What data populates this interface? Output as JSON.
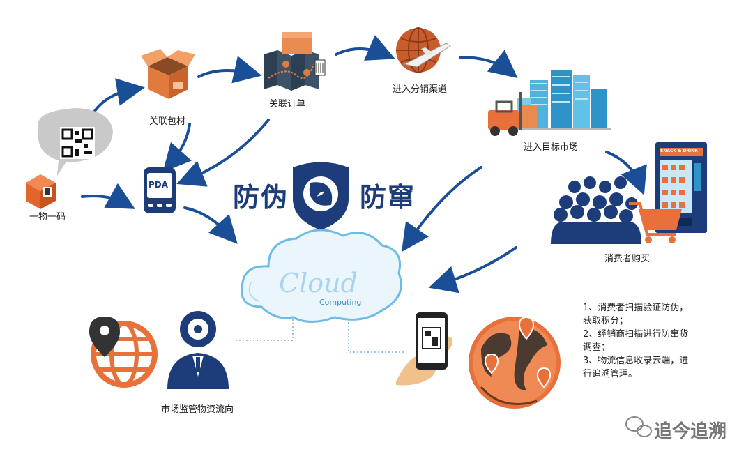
{
  "labels": {
    "one_item_one_code": "一物一码",
    "link_packaging": "关联包材",
    "link_order": "关联订单",
    "enter_channel": "进入分销渠道",
    "enter_market": "进入目标市场",
    "consumer_purchase": "消费者购买",
    "market_supervision": "市场监管物资流向"
  },
  "center": {
    "left_title": "防伪",
    "right_title": "防窜",
    "cloud_word": "Cloud",
    "cloud_sub": "Computing"
  },
  "devices": {
    "pda_text": "PDA",
    "vending_sign": "SNACK & DRINK"
  },
  "notes": [
    "1、消费者扫描验证防伪，",
    "获取积分；",
    "2、经销商扫描进行防窜货",
    "调查；",
    "3、物流信息收录云端，进",
    "行追溯管理。"
  ],
  "brand": {
    "name": "追今追溯"
  },
  "colors": {
    "navy": "#1d3d7a",
    "arrow_blue": "#1a5aa8",
    "orange": "#e8703a",
    "cloud_blue": "#4ea6dd"
  },
  "icons": [
    "qr-code-icon",
    "box-icon",
    "map-icon",
    "globe-plane-icon",
    "city-icon",
    "pda-icon",
    "shield-icon",
    "cloud-icon",
    "crowd-icon",
    "vending-machine-icon",
    "cart-icon",
    "location-globe-icon",
    "inspector-icon",
    "phone-scan-icon",
    "world-pins-icon",
    "wechat-icon"
  ]
}
